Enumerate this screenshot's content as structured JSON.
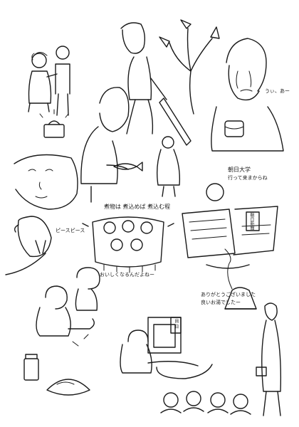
{
  "captions": {
    "sigh": "うぃ、あー",
    "stew": "煮物は 煮込めば 煮込む程",
    "delicious": "おいしくなるんだよねー",
    "peace": "ピースピース",
    "newspaper_name": "朝日新聞",
    "asahi_line1": "朝日大学",
    "asahi_line2": "行って来まからね",
    "thanks_line1": "ありがとうございました",
    "thanks_line2": "良いお湯でしたー"
  },
  "signs": {
    "tv_sign": "目 日"
  }
}
